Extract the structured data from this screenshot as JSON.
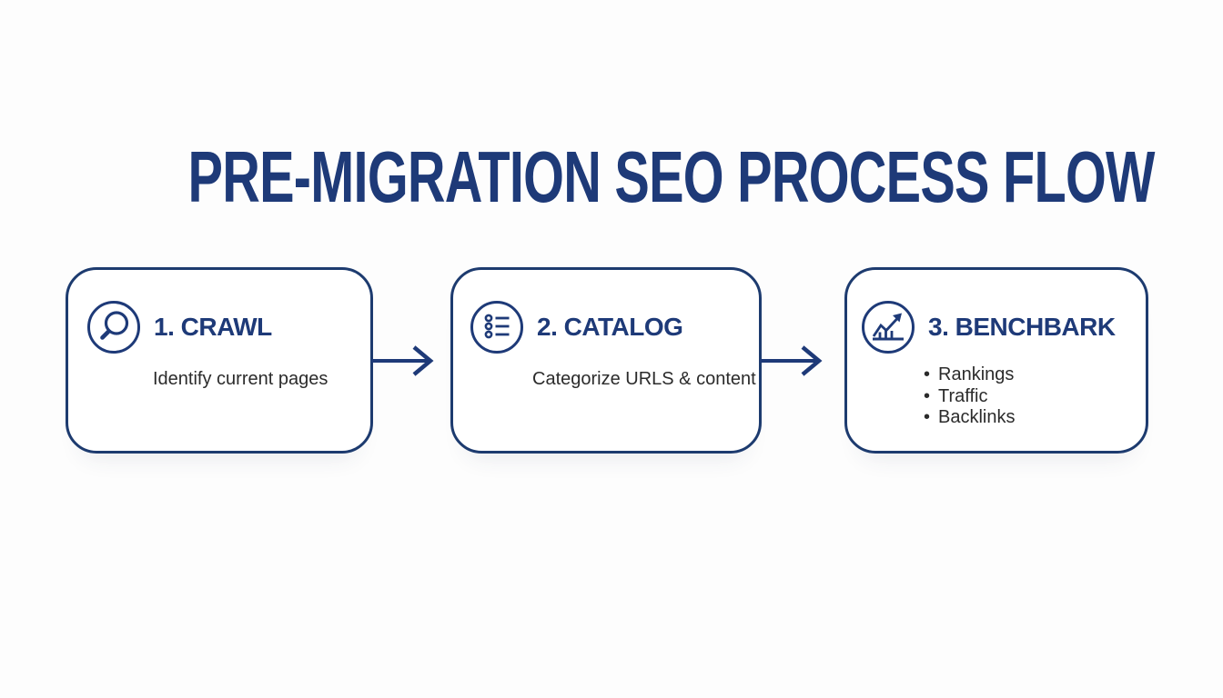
{
  "title": {
    "text": "PRE-MIGRATION SEO PROCESS FLOW"
  },
  "colors": {
    "navy": "#1e3a78",
    "border": "#1d3b6f",
    "body-text": "#2b2b2b",
    "bg": "#fdfdfd",
    "card-bg": "#ffffff"
  },
  "steps": [
    {
      "title": "1. CRAWL",
      "icon": "magnifier-icon",
      "description": "Identify current pages"
    },
    {
      "title": "2. CATALOG",
      "icon": "list-icon",
      "description": "Categorize URLS & content"
    },
    {
      "title": "3. BENCHBARK",
      "icon": "chart-up-icon",
      "bullets": [
        "Rankings",
        "Traffic",
        "Backlinks"
      ]
    }
  ],
  "connectors": [
    {
      "from": "1. CRAWL",
      "to": "2. CATALOG",
      "type": "arrow-right"
    },
    {
      "from": "2. CATALOG",
      "to": "3. BENCHBARK",
      "type": "arrow-right"
    }
  ]
}
